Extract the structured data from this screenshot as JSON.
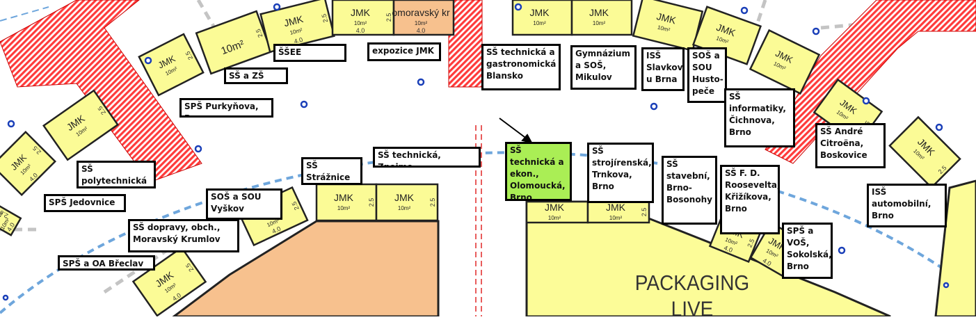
{
  "map": {
    "colors": {
      "booth_fill": "#fbfb96",
      "hall_orange": "#f7c18e",
      "pavilion_yellow": "#fcfc98",
      "red_hatch": "#ff3b3b",
      "blue_path": "#6ea6dc",
      "grey_path": "#bdbdbd",
      "selected_label": "#aaee55"
    },
    "area_labels": {
      "packaging_line1": "PACKAGING",
      "packaging_line2": "LIVE"
    }
  },
  "booths": [
    {
      "text": "JMK",
      "area": "10m²",
      "size": "4.0",
      "side": "2.5"
    },
    {
      "text": "JMK",
      "area": "10m²",
      "size": "4.0",
      "side": "2.5"
    },
    {
      "text": "JMK",
      "area": "10m²",
      "size": "",
      "side": "2.5"
    },
    {
      "text": "JMK",
      "area": "10m²",
      "size": "",
      "side": "2.5"
    },
    {
      "text": "",
      "area": "10m²",
      "size": "",
      "side": "2.5"
    },
    {
      "text": "JMK",
      "area": "10m²",
      "size": "4.0",
      "side": "2.5"
    },
    {
      "text": "JMK",
      "area": "10m²",
      "size": "4.0",
      "side": "2.5"
    },
    {
      "text": "JMK",
      "area": "10m²",
      "size": "4.0",
      "side": "2.5"
    },
    {
      "text": "omoravský kr",
      "area": "10m²",
      "size": "4.0",
      "side": ""
    },
    {
      "text": "JMK",
      "area": "10m²",
      "size": "",
      "side": ""
    },
    {
      "text": "JMK",
      "area": "10m²",
      "size": "",
      "side": ""
    },
    {
      "text": "JMK",
      "area": "10m²",
      "size": "",
      "side": ""
    },
    {
      "text": "JMK",
      "area": "10m²",
      "size": "",
      "side": ""
    },
    {
      "text": "JMK",
      "area": "10m²",
      "size": "",
      "side": ""
    },
    {
      "text": "JMK",
      "area": "10m²",
      "size": "",
      "side": "2.5"
    },
    {
      "text": "JMK",
      "area": "10m²",
      "size": "",
      "side": "2.5"
    },
    {
      "text": "JMK",
      "area": "10m²",
      "size": "",
      "side": "2.5"
    },
    {
      "text": "JMK",
      "area": "10m²",
      "size": "",
      "side": "2.5"
    },
    {
      "text": "JMK",
      "area": "10m²",
      "size": "4.0",
      "side": "2.5"
    },
    {
      "text": "JMK",
      "area": "10m²",
      "size": "4.0",
      "side": "2.5"
    },
    {
      "text": "JMK",
      "area": "10m²",
      "size": "4.0",
      "side": "2.5"
    },
    {
      "text": "JMK",
      "area": "10m²",
      "size": "",
      "side": ""
    },
    {
      "text": "JMK",
      "area": "10m²",
      "size": "",
      "side": "2.5"
    }
  ],
  "labels": [
    {
      "text": "ŠŠEE Sokolnice"
    },
    {
      "text": "expozice JMK"
    },
    {
      "text": "SŠ a ZŠ Tišnov"
    },
    {
      "text": "SPŠ Purkyňova, Brno"
    },
    {
      "text": "SŠ polytechnická Jílova, Brno"
    },
    {
      "text": "SPŠ Jedovnice"
    },
    {
      "text": "SŠ technická, Znojmo"
    },
    {
      "text": "SŠ Strážnice"
    },
    {
      "text": "SOŠ a SOU Vyškov"
    },
    {
      "text": "SŠ dopravy, obch., Moravský Krumlov"
    },
    {
      "text": "SPŠ a OA Břeclav"
    },
    {
      "text": "SŠ technická a gastronomická Blansko"
    },
    {
      "text": "Gymnázium a SOŠ, Mikulov"
    },
    {
      "text": "ISŠ Slavkov u Brna"
    },
    {
      "text": "SOŠ a SOU Husto-peče"
    },
    {
      "text": "SŠ technická a ekon., Olomoucká, Brno"
    },
    {
      "text": "SŠ strojírenská, Trnkova, Brno"
    },
    {
      "text": "SŠ stavební, Brno-Bosonohy"
    },
    {
      "text": "SŠ F. D. Roosevelta, Křižíkova, Brno"
    },
    {
      "text": "SŠ informatiky, Čichnova, Brno"
    },
    {
      "text": "SŠ André Citroëna, Boskovice"
    },
    {
      "text": "ISŠ automobilní, Brno"
    },
    {
      "text": "SPŠ a VOŠ, Sokolská, Brno"
    }
  ]
}
